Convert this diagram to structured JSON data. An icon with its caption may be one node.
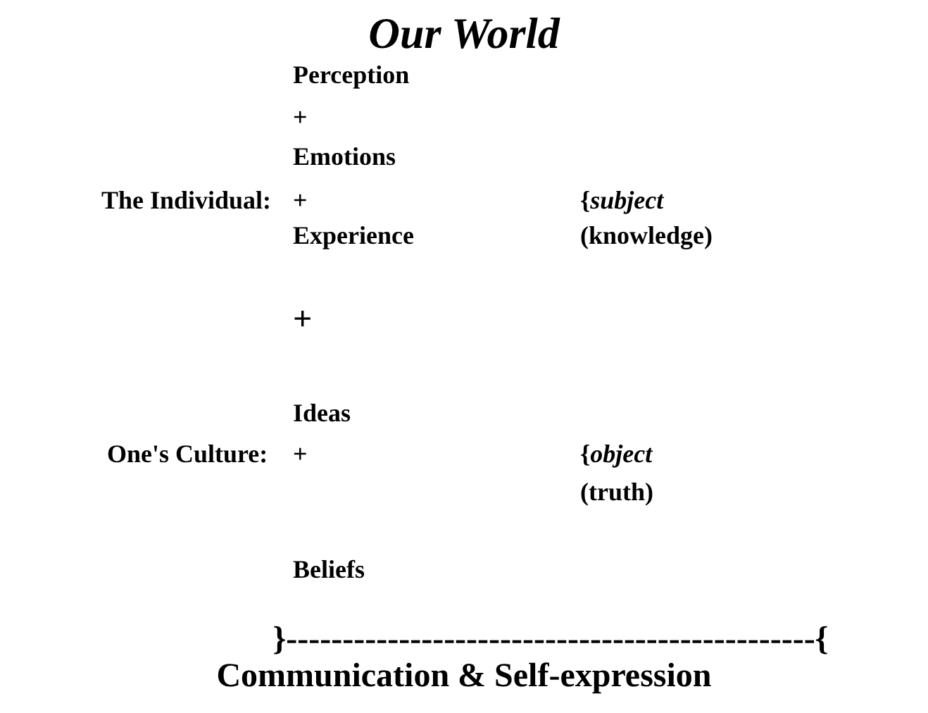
{
  "diagram": {
    "title": "Our World",
    "labels": [
      "Perception",
      "+",
      "Emotions",
      "The Individual:",
      "+",
      "{*subject*",
      "Experience",
      "(knowledge)",
      "+",
      "Ideas",
      "One's Culture:",
      "+",
      "{*object*",
      "(truth)",
      "Beliefs",
      "}-----------------------------------------------{",
      "Communication & Self-expression"
    ]
  }
}
